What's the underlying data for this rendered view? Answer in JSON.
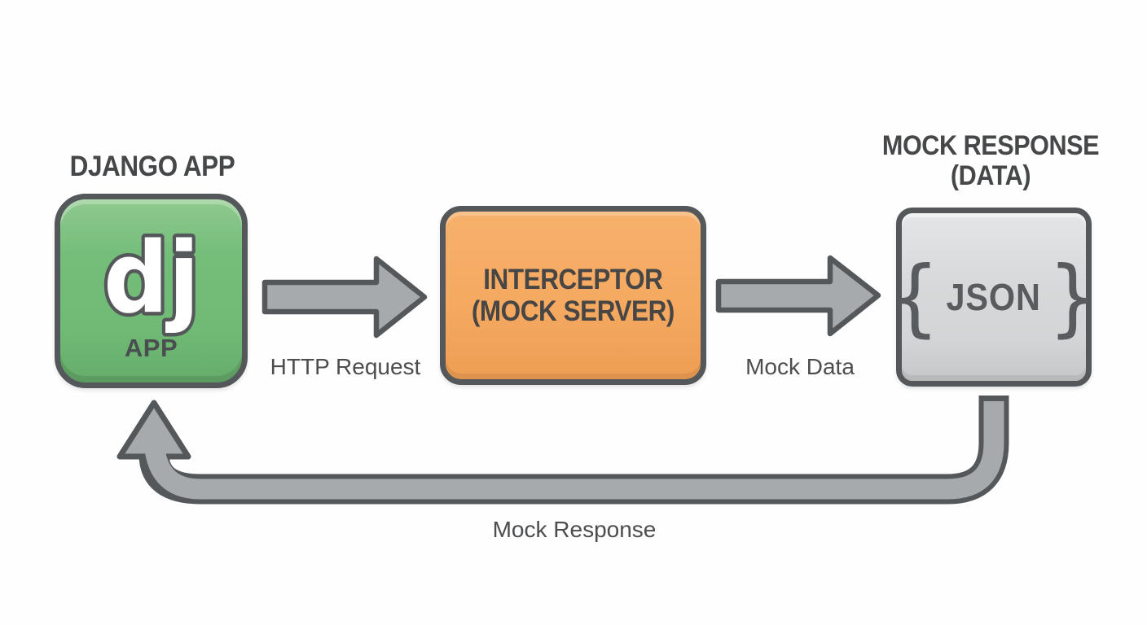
{
  "colors": {
    "background": "#fefefe",
    "outline": "#55585a",
    "arrow_fill": "#a7aaac",
    "django_green": "#72bd78",
    "interceptor_orange": "#f5a961",
    "json_gray": "#d5d7d8",
    "heading_text": "#454749",
    "label_text": "#4b4d4f"
  },
  "nodes": {
    "django": {
      "title": "DJANGO APP",
      "logo_text": "dj",
      "sub_label": "APP"
    },
    "interceptor": {
      "line1": "INTERCEPTOR",
      "line2": "(MOCK SERVER)"
    },
    "response": {
      "title_line1": "MOCK RESPONSE",
      "title_line2": "(DATA)",
      "brace_open": "{",
      "json_label": "JSON",
      "brace_close": "}"
    }
  },
  "edges": {
    "request": {
      "label": "HTTP Request"
    },
    "mock_data": {
      "label": "Mock Data"
    },
    "mock_response": {
      "label": "Mock Response"
    }
  }
}
